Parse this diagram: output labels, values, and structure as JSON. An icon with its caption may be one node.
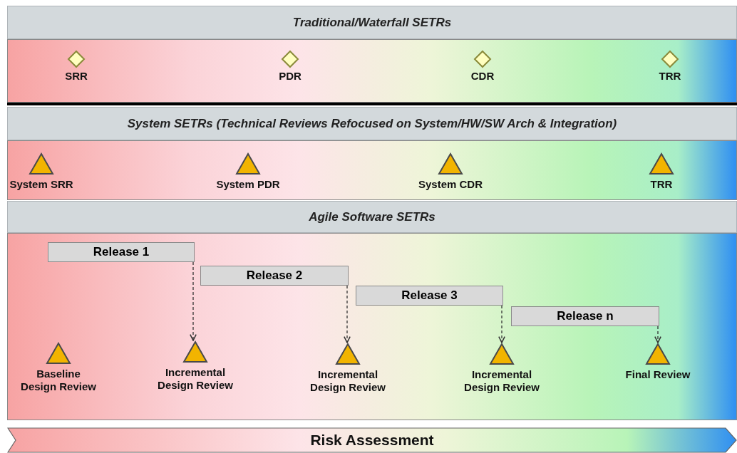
{
  "diagram": {
    "nodes": [
      {
        "text": [
          "Traditional/Waterfall SETRs"
        ]
      },
      {
        "text": [
          "SRR"
        ]
      },
      {
        "text": [
          "PDR"
        ]
      },
      {
        "text": [
          "CDR"
        ]
      },
      {
        "text": [
          "TRR"
        ]
      },
      {
        "text": [
          "System SETRs (Technical Reviews Refocused on System/HW/SW Arch & Integration)"
        ]
      },
      {
        "text": [
          "System SRR"
        ]
      },
      {
        "text": [
          "System PDR"
        ]
      },
      {
        "text": [
          "System CDR"
        ]
      },
      {
        "text": [
          "TRR"
        ]
      },
      {
        "text": [
          "Agile Software SETRs"
        ]
      },
      {
        "text": [
          "Release 1"
        ]
      },
      {
        "text": [
          "Release 2"
        ]
      },
      {
        "text": [
          "Release 3"
        ]
      },
      {
        "text": [
          "Release n"
        ]
      },
      {
        "text": [
          "Baseline Design Review"
        ]
      },
      {
        "text": [
          "Incremental Design Review"
        ]
      },
      {
        "text": [
          "Incremental Design Review"
        ]
      },
      {
        "text": [
          "Incremental Design Review"
        ]
      },
      {
        "text": [
          "Final Review"
        ]
      },
      {
        "text": [
          "Risk Assessment"
        ]
      }
    ],
    "edges": [
      {
        "from": 11,
        "to": 16,
        "arrow": "to",
        "style": "dashed"
      },
      {
        "from": 12,
        "to": 17,
        "arrow": "to",
        "style": "dashed"
      },
      {
        "from": 13,
        "to": 18,
        "arrow": "to",
        "style": "dashed"
      },
      {
        "from": 14,
        "to": 19,
        "arrow": "to",
        "style": "dashed"
      }
    ]
  }
}
